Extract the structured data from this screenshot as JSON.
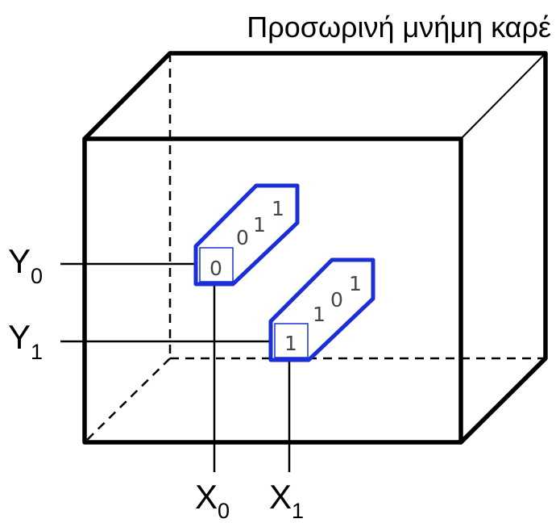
{
  "diagram": {
    "title": "Προσωρινή μνήμη καρέ",
    "row_labels": [
      {
        "letter": "Y",
        "subscript": "0"
      },
      {
        "letter": "Y",
        "subscript": "1"
      }
    ],
    "column_labels": [
      {
        "letter": "X",
        "subscript": "0"
      },
      {
        "letter": "X",
        "subscript": "1"
      }
    ],
    "pixel_stacks": [
      {
        "front_bit": "0",
        "depth_bits": [
          "0",
          "1",
          "1"
        ]
      },
      {
        "front_bit": "1",
        "depth_bits": [
          "1",
          "0",
          "1"
        ]
      }
    ],
    "colors": {
      "frame": "#000000",
      "pixel_stack": "#1a2fd6",
      "bits": "#444444"
    }
  }
}
